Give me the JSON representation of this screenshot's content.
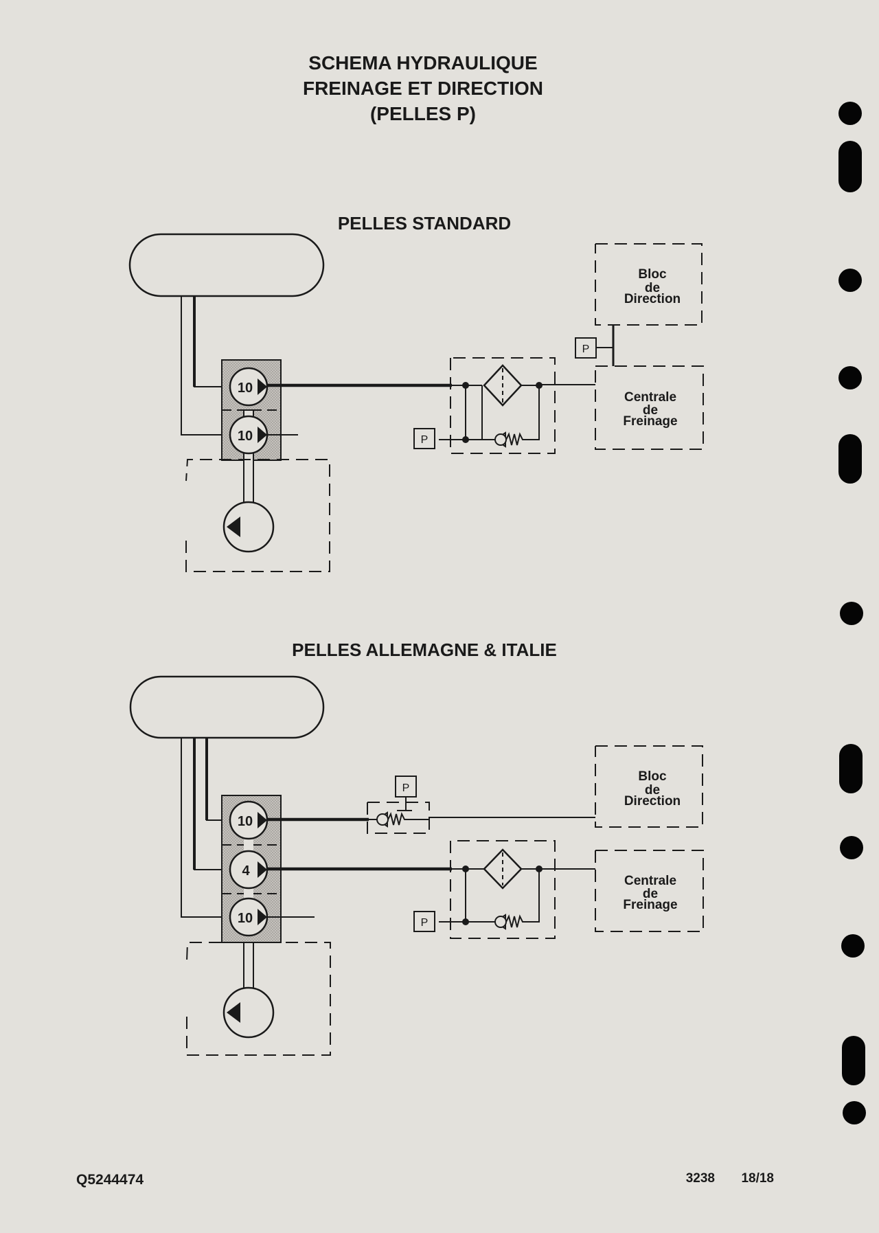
{
  "header": {
    "line1": "SCHEMA HYDRAULIQUE",
    "line2": "FREINAGE ET DIRECTION",
    "line3": "(PELLES P)"
  },
  "diagram_standard": {
    "title": "PELLES STANDARD",
    "pump_upper": "10",
    "pump_lower": "10",
    "pressure_port": "P",
    "filter_pressure_port": "P",
    "steering": {
      "line1": "Bloc",
      "line2": "de",
      "line3": "Direction"
    },
    "braking": {
      "line1": "Centrale",
      "line2": "de",
      "line3": "Freinage"
    }
  },
  "diagram_germany_italy": {
    "title": "PELLES ALLEMAGNE & ITALIE",
    "pump_upper": "10",
    "pump_middle": "4",
    "pump_lower": "10",
    "relief_pressure_port": "P",
    "filter_pressure_port": "P",
    "steering": {
      "line1": "Bloc",
      "line2": "de",
      "line3": "Direction"
    },
    "braking": {
      "line1": "Centrale",
      "line2": "de",
      "line3": "Freinage"
    }
  },
  "footer": {
    "doc_ref": "Q5244474",
    "page_code": "3238",
    "page_number": "18/18"
  },
  "colors": {
    "paper": "#e3e1dc",
    "ink": "#1a1a1a",
    "pump_fill": "#b9b6b1"
  }
}
